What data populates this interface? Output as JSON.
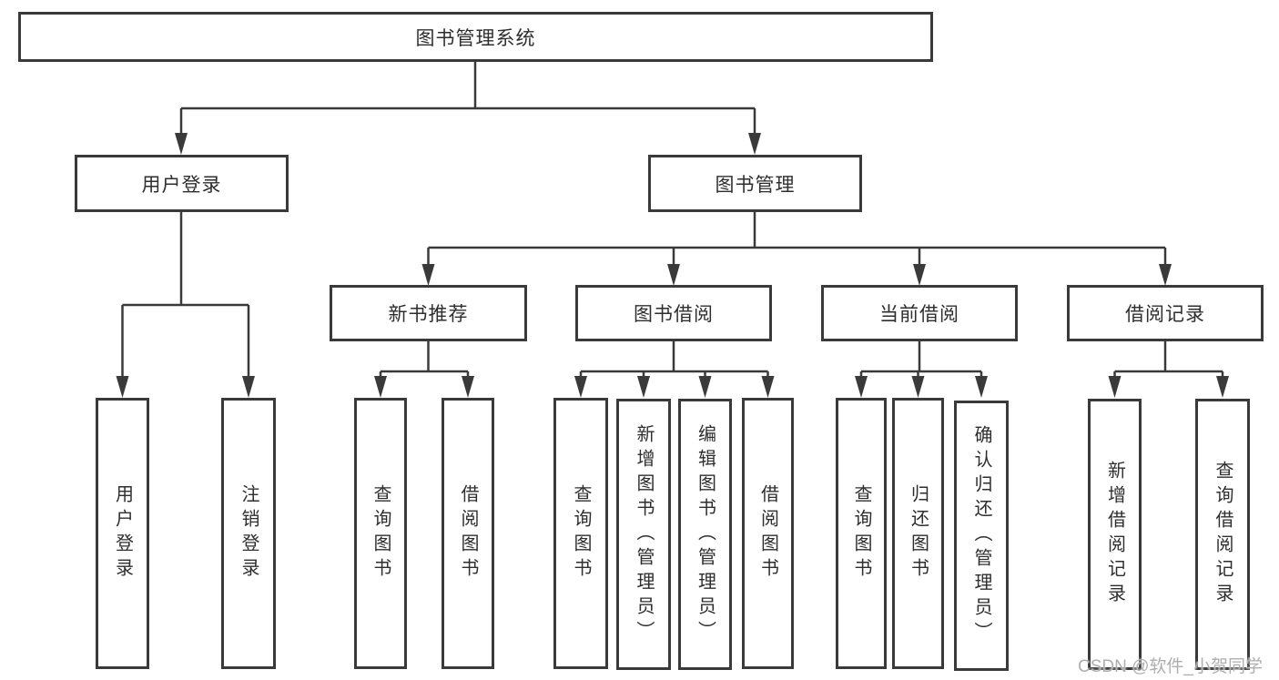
{
  "diagram": {
    "root": {
      "label": "图书管理系统"
    },
    "branches": [
      {
        "label": "用户登录",
        "leaves": [
          {
            "label": "用户登录"
          },
          {
            "label": "注销登录"
          }
        ]
      },
      {
        "label": "图书管理",
        "groups": [
          {
            "label": "新书推荐",
            "leaves": [
              {
                "label": "查询图书"
              },
              {
                "label": "借阅图书"
              }
            ]
          },
          {
            "label": "图书借阅",
            "leaves": [
              {
                "label": "查询图书"
              },
              {
                "label": "新增图书（管理员）"
              },
              {
                "label": "编辑图书（管理员）"
              },
              {
                "label": "借阅图书"
              }
            ]
          },
          {
            "label": "当前借阅",
            "leaves": [
              {
                "label": "查询图书"
              },
              {
                "label": "归还图书"
              },
              {
                "label": "确认归还（管理员）"
              }
            ]
          },
          {
            "label": "借阅记录",
            "leaves": [
              {
                "label": "新增借阅记录"
              },
              {
                "label": "查询借阅记录"
              }
            ]
          }
        ]
      }
    ]
  },
  "watermark": {
    "text": "CSDN @软件_小贺同学"
  },
  "colors": {
    "line": "#3a3a3a",
    "text": "#2e2e2e",
    "watermark": "#aeaeae",
    "background": "#ffffff"
  }
}
